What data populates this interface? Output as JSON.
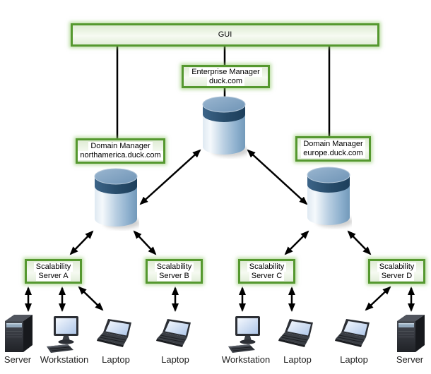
{
  "diagram": {
    "gui": {
      "label": "GUI"
    },
    "enterprise_manager": {
      "name": "Enterprise Manager",
      "host": "duck.com"
    },
    "domain_managers": [
      {
        "name": "Domain Manager",
        "host": "northamerica.duck.com"
      },
      {
        "name": "Domain Manager",
        "host": "europe.duck.com"
      }
    ],
    "scalability_servers": [
      {
        "line1": "Scalability",
        "line2": "Server A"
      },
      {
        "line1": "Scalability",
        "line2": "Server B"
      },
      {
        "line1": "Scalability",
        "line2": "Server C"
      },
      {
        "line1": "Scalability",
        "line2": "Server D"
      }
    ],
    "devices": [
      {
        "type": "server",
        "label": "Server"
      },
      {
        "type": "workstation",
        "label": "Workstation"
      },
      {
        "type": "laptop",
        "label": "Laptop"
      },
      {
        "type": "laptop",
        "label": "Laptop"
      },
      {
        "type": "workstation",
        "label": "Workstation"
      },
      {
        "type": "laptop",
        "label": "Laptop"
      },
      {
        "type": "laptop",
        "label": "Laptop"
      },
      {
        "type": "server",
        "label": "Server"
      }
    ],
    "colors": {
      "box_border": "#55982f",
      "box_glow": "#8dc665",
      "box_fill": "#e9f2e1",
      "arrow": "#000000",
      "cylinder_top": "#85a7c6",
      "cylinder_band": "#2d5273",
      "cylinder_body": "#c3d8e9"
    }
  }
}
